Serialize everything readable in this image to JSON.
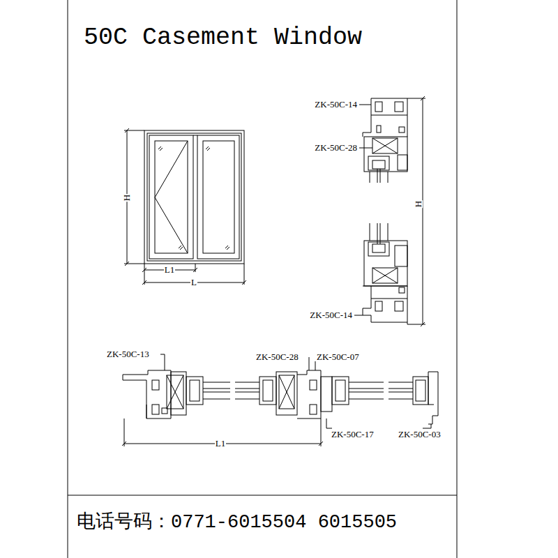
{
  "diagram": {
    "title": "50C Casement Window",
    "caption": "电话号码：0771-6015504 6015505",
    "labels": [
      "H",
      "L1",
      "L",
      "ZK-50C-14",
      "ZK-50C-28",
      "H",
      "ZK-50C-14",
      "ZK-50C-13",
      "ZK-50C-28",
      "ZK-50C-07",
      "L1",
      "ZK-50C-17",
      "ZK-50C-03"
    ]
  }
}
